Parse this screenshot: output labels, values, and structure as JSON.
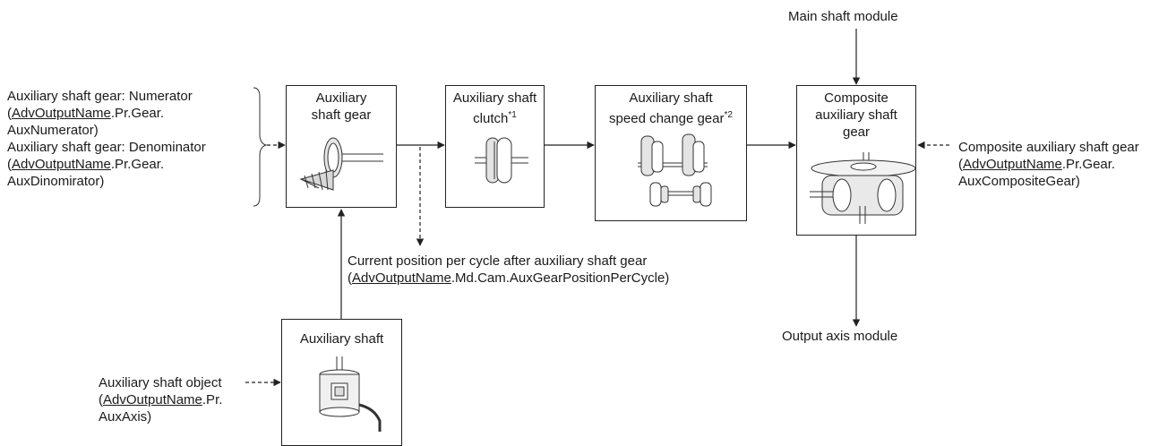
{
  "main_shaft_module": "Main shaft module",
  "output_axis_module": "Output axis module",
  "boxes": {
    "aux_gear": {
      "line1": "Auxiliary",
      "line2": "shaft gear"
    },
    "aux_clutch": {
      "line1": "Auxiliary shaft",
      "line2": "clutch",
      "note": "*1"
    },
    "aux_speed_change": {
      "line1": "Auxiliary shaft",
      "line2": "speed change gear",
      "note": "*2"
    },
    "composite": {
      "line1": "Composite",
      "line2": "auxiliary shaft",
      "line3": "gear"
    },
    "aux_shaft": {
      "title": "Auxiliary shaft"
    }
  },
  "left_params": {
    "numerator_label": "Auxiliary shaft gear: Numerator",
    "numerator_var": "AdvOutputName",
    "numerator_path": ".Pr.Gear.",
    "numerator_name": "AuxNumerator)",
    "denominator_label": "Auxiliary shaft gear: Denominator",
    "denominator_var": "AdvOutputName",
    "denominator_path": ".Pr.Gear.",
    "denominator_name": "AuxDinomirator)"
  },
  "composite_param": {
    "label": "Composite auxiliary shaft gear",
    "var": "AdvOutputName",
    "path": ".Pr.Gear.",
    "name": "AuxCompositeGear)"
  },
  "current_position": {
    "label": "Current position per cycle after auxiliary shaft gear",
    "var": "AdvOutputName",
    "path": ".Md.Cam.AuxGearPositionPerCycle)"
  },
  "aux_object": {
    "label": "Auxiliary shaft object",
    "var": "AdvOutputName",
    "path": ".Pr.",
    "name": "AuxAxis)"
  }
}
